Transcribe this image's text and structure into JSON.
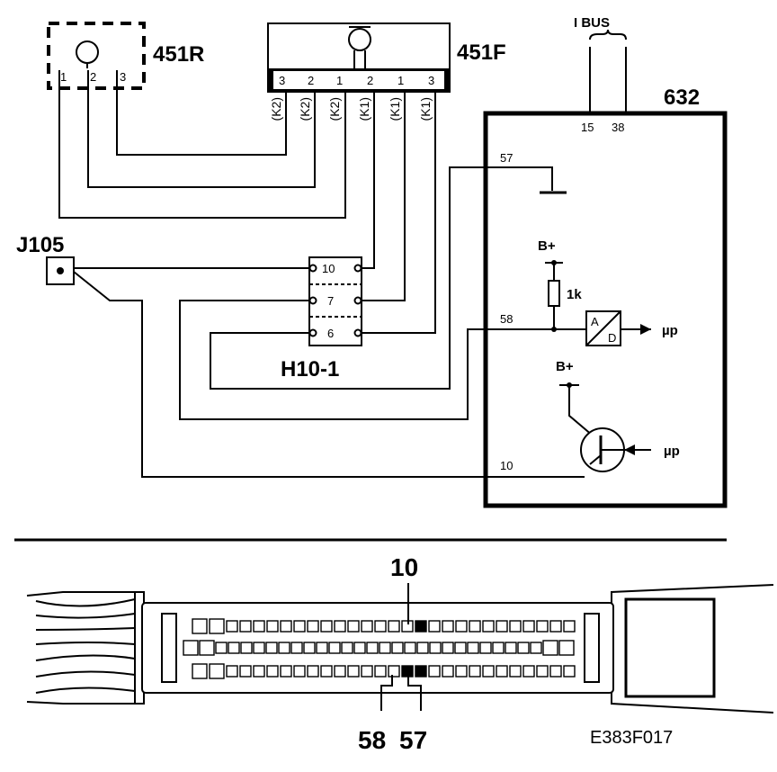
{
  "components": {
    "comp_451r": "451R",
    "comp_451f": "451F",
    "comp_632": "632",
    "comp_j105": "J105",
    "comp_h10_1": "H10-1",
    "ibus": "I BUS",
    "figure_id": "E383F017"
  },
  "pins": {
    "r451_1": "1",
    "r451_2": "2",
    "r451_3": "3",
    "f451": [
      "3",
      "2",
      "1",
      "2",
      "1",
      "3"
    ],
    "ecu_15": "15",
    "ecu_38": "38",
    "ecu_57": "57",
    "ecu_58": "58",
    "ecu_10": "10",
    "h10_10": "10",
    "h10_7": "7",
    "h10_6": "6"
  },
  "wire_labels": [
    "(K2)",
    "(K2)",
    "(K2)",
    "(K1)",
    "(K1)",
    "(K1)"
  ],
  "internal": {
    "bplus_1": "B+",
    "bplus_2": "B+",
    "resistor": "1k",
    "adc_a": "A",
    "adc_d": "D",
    "mup_1": "µp",
    "mup_2": "µp"
  },
  "connector_callouts": {
    "pin_10": "10",
    "pin_58": "58",
    "pin_57": "57"
  }
}
